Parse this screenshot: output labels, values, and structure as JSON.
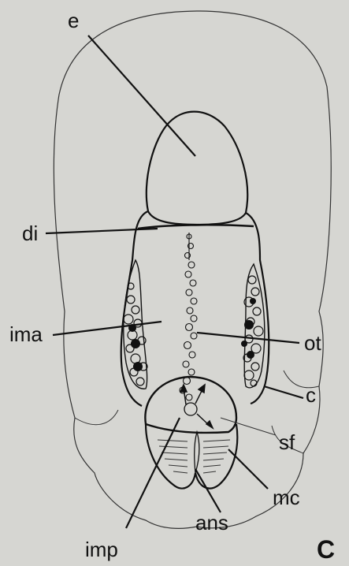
{
  "figure": {
    "panel_letter": "C",
    "background": "#d6d6d2",
    "ink": "#111111",
    "labels": {
      "e": "e",
      "di": "di",
      "ima": "ima",
      "ot": "ot",
      "c": "c",
      "sf": "sf",
      "mc": "mc",
      "ans": "ans",
      "imp": "imp"
    }
  }
}
